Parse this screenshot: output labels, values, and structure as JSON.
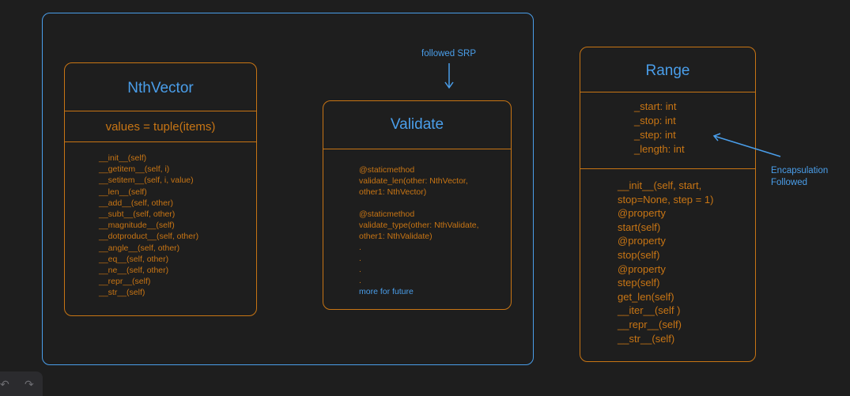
{
  "nth_vector": {
    "title": "NthVector",
    "attribute": "values = tuple(items)",
    "methods": [
      "__init__(self)",
      "__getitem__(self, i)",
      "__setitem__(self, i, value)",
      "__len__(self)",
      "__add__(self, other)",
      "__subt__(self, other)",
      "__magnitude__(self)",
      "__dotproduct__(self, other)",
      "__angle__(self, other)",
      "__eq__(self, other)",
      "__ne__(self, other)",
      "__repr__(self)",
      "__str__(self)"
    ]
  },
  "validate": {
    "title": "Validate",
    "lines": [
      "@staticmethod",
      "validate_len(other: NthVector,",
      "other1: NthVector)",
      "",
      "@staticmethod",
      "validate_type(other: NthValidate,",
      "other1: NthValidate)",
      ".",
      ".",
      ".",
      ".",
      "more for future"
    ]
  },
  "range": {
    "title": "Range",
    "attributes": [
      "_start: int",
      "_stop: int",
      "_step: int",
      "_length: int"
    ],
    "methods": [
      "__init__(self, start,",
      "stop=None, step = 1)",
      "@property",
      "start(self)",
      "@property",
      "stop(self)",
      "@property",
      "step(self)",
      "get_len(self)",
      "__iter__(self )",
      "__repr__(self)",
      "__str__(self)"
    ]
  },
  "annotations": {
    "srp": "followed SRP",
    "encapsulation_line1": "Encapsulation",
    "encapsulation_line2": "Followed"
  },
  "colors": {
    "background": "#1e1e1e",
    "class_border": "#c87514",
    "text_orange": "#c87514",
    "title_blue": "#4a9eea",
    "frame_blue": "#4a9eea"
  },
  "toolbar": {
    "undo_icon": "undo-icon",
    "redo_icon": "redo-icon"
  }
}
